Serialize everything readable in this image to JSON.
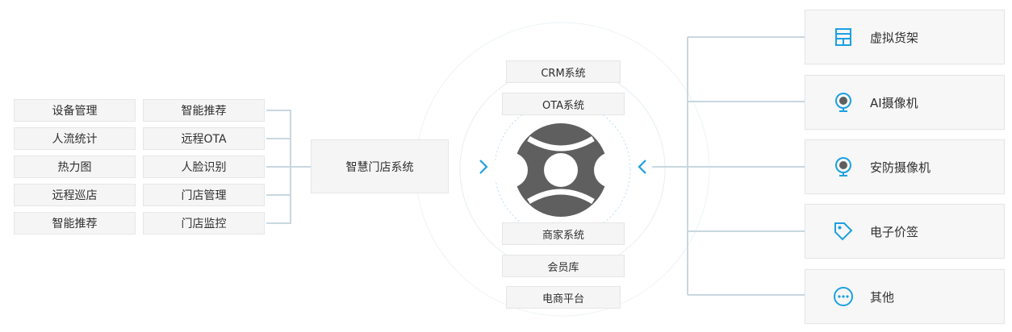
{
  "left_col1": [
    "设备管理",
    "人流统计",
    "热力图",
    "远程巡店",
    "智能推荐"
  ],
  "left_col2": [
    "智能推荐",
    "人脸识别",
    "门店管理",
    "门店监控"
  ],
  "left_col2_ota": "远程OTA",
  "smart_store": "智慧门店系统",
  "center_top": [
    "CRM系统",
    "OTA系统"
  ],
  "center_bottom": [
    "商家系统",
    "会员库",
    "电商平台"
  ],
  "right_items": [
    {
      "label": "虚拟货架",
      "icon": "shelf-icon"
    },
    {
      "label": "AI摄像机",
      "icon": "camera-icon"
    },
    {
      "label": "安防摄像机",
      "icon": "camera-icon"
    },
    {
      "label": "电子价签",
      "icon": "price-tag-icon"
    },
    {
      "label": "其他",
      "icon": "more-icon"
    }
  ],
  "colors": {
    "accent": "#1ba1e2",
    "connector": "#c9d7e0",
    "logo": "#5f5f5f",
    "ring": "#e2edf3"
  }
}
